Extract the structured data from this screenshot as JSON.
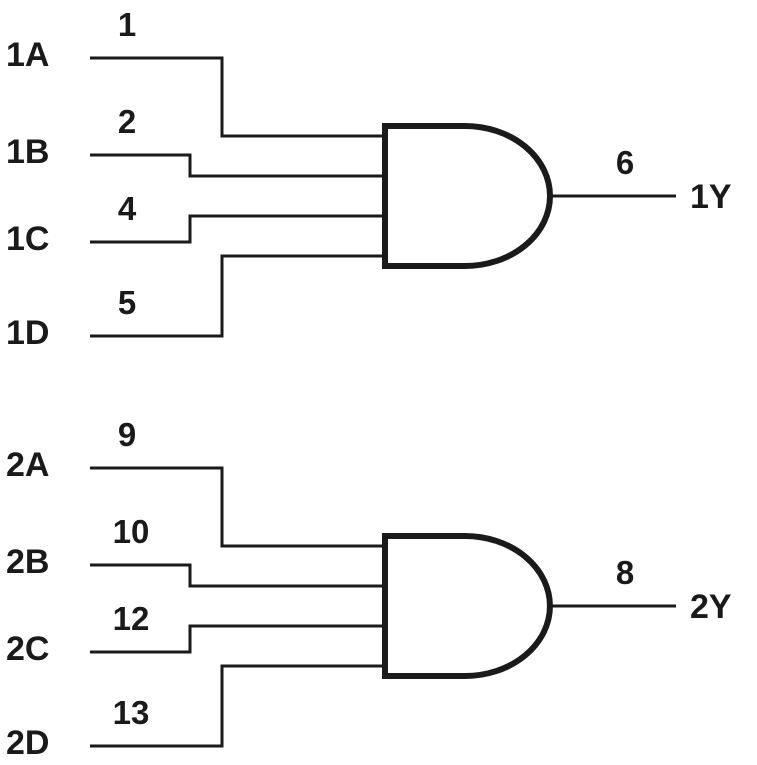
{
  "diagram": {
    "colors": {
      "line": "#1a1a1a",
      "text": "#1a1a1a",
      "gate_fill": "#ffffff",
      "background": "#ffffff"
    },
    "gates": [
      {
        "name": "gate-1",
        "type": "AND",
        "inputs": [
          {
            "label": "1A",
            "pin": "1"
          },
          {
            "label": "1B",
            "pin": "2"
          },
          {
            "label": "1C",
            "pin": "4"
          },
          {
            "label": "1D",
            "pin": "5"
          }
        ],
        "output": {
          "label": "1Y",
          "pin": "6"
        }
      },
      {
        "name": "gate-2",
        "type": "AND",
        "inputs": [
          {
            "label": "2A",
            "pin": "9"
          },
          {
            "label": "2B",
            "pin": "10"
          },
          {
            "label": "2C",
            "pin": "12"
          },
          {
            "label": "2D",
            "pin": "13"
          }
        ],
        "output": {
          "label": "2Y",
          "pin": "8"
        }
      }
    ]
  }
}
